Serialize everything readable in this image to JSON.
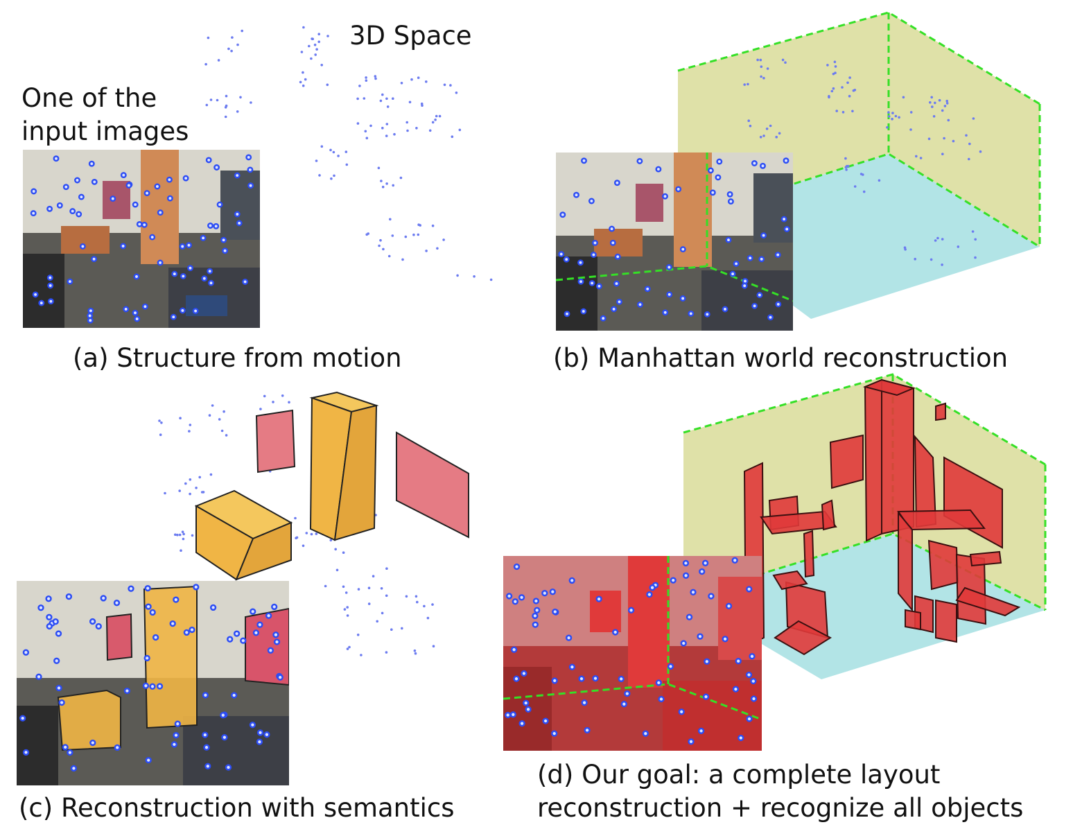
{
  "figure": {
    "panel_a": {
      "label_3d": "3D Space",
      "label_input_line1": "One of the",
      "label_input_line2": "input images",
      "caption": "(a) Structure from motion"
    },
    "panel_b": {
      "caption": "(b) Manhattan world reconstruction"
    },
    "panel_c": {
      "caption": "(c) Reconstruction with semantics"
    },
    "panel_d": {
      "caption_line1": "(d) Our goal: a complete layout",
      "caption_line2": "reconstruction + recognize all objects"
    }
  },
  "colors": {
    "point": "#6c7cf0",
    "feature_ring": "#2c4df5",
    "wall": "#dfe1a8",
    "floor": "#b2e4e6",
    "manhattan_edge": "#35e026",
    "object_box": "#f0b545",
    "object_plane": "#e57b84",
    "object_red": "#e03a3a"
  }
}
